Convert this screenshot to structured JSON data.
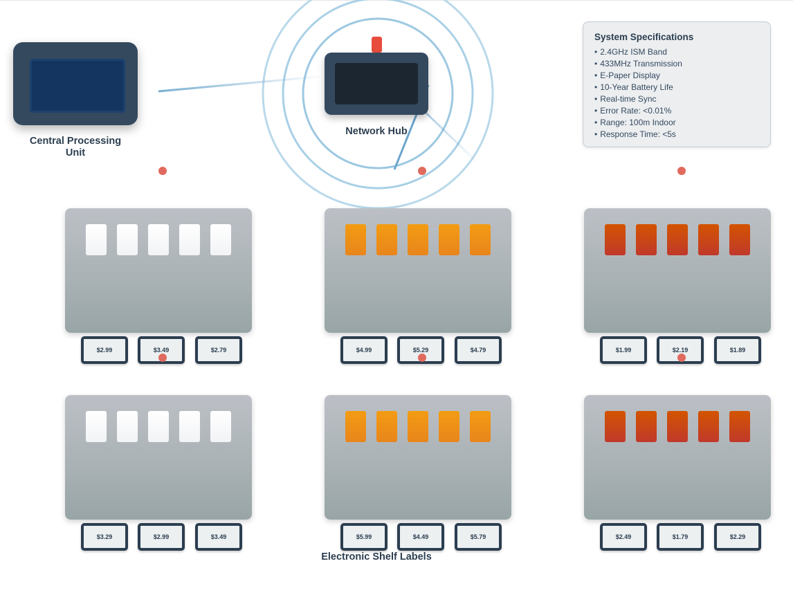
{
  "cpu": {
    "label": "Central Processing Unit"
  },
  "hub": {
    "label": "Network Hub"
  },
  "specs": {
    "title": "System Specifications",
    "items": [
      "2.4GHz ISM Band",
      "433MHz Transmission",
      "E-Paper Display",
      "10-Year Battery Life",
      "Real-time Sync",
      "Error Rate: <0.01%",
      "Range: 100m Indoor",
      "Response Time: <5s"
    ]
  },
  "shelves": [
    {
      "product_color": "white",
      "prices": [
        "$2.99",
        "$3.49",
        "$2.79"
      ]
    },
    {
      "product_color": "orange",
      "prices": [
        "$4.99",
        "$5.29",
        "$4.79"
      ]
    },
    {
      "product_color": "red",
      "prices": [
        "$1.99",
        "$2.19",
        "$1.89"
      ]
    },
    {
      "product_color": "white",
      "prices": [
        "$3.29",
        "$2.99",
        "$3.49"
      ]
    },
    {
      "product_color": "orange",
      "prices": [
        "$5.99",
        "$4.49",
        "$5.79"
      ]
    },
    {
      "product_color": "red",
      "prices": [
        "$2.49",
        "$1.79",
        "$2.29"
      ]
    }
  ],
  "esl": {
    "label": "Electronic Shelf Labels"
  },
  "colors": {
    "device": "#34495e",
    "antenna": "#e74c3c",
    "signal": "#a9d0e6",
    "link": "#6aa5cc",
    "node": "#e06a5e",
    "product_white": "#ffffff",
    "product_orange": "#f39c12",
    "product_red": "#d35400"
  }
}
